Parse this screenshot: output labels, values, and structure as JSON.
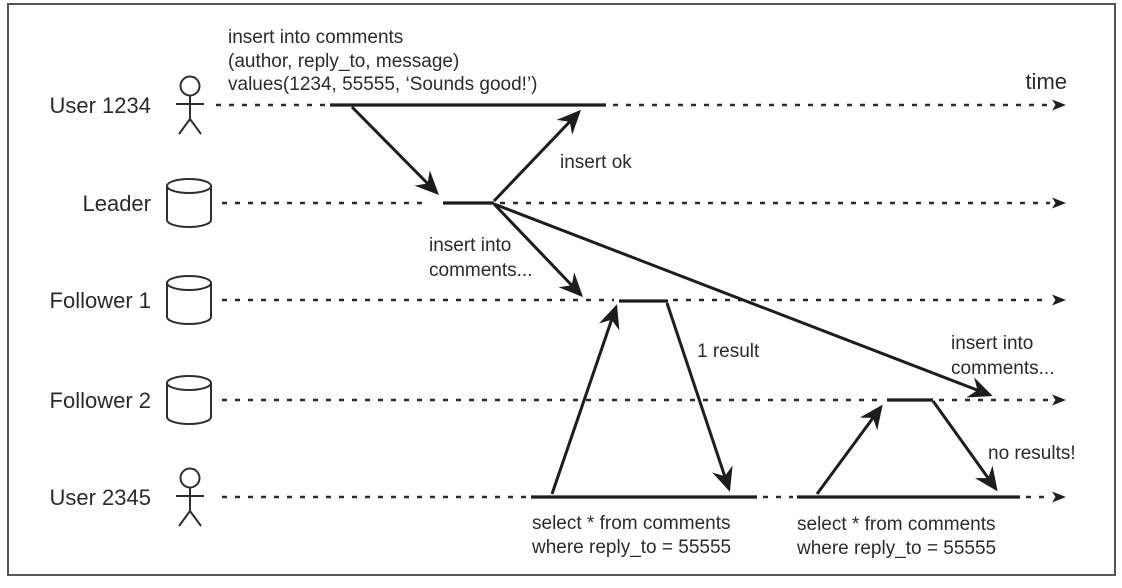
{
  "colors": {
    "ink": "#222222",
    "text": "#2b2b2b",
    "border": "#55565a",
    "background": "#ffffff"
  },
  "header": {
    "time_label": "time"
  },
  "lanes": [
    {
      "label": "User 1234",
      "icon": "person-icon"
    },
    {
      "label": "Leader",
      "icon": "database-icon"
    },
    {
      "label": "Follower 1",
      "icon": "database-icon"
    },
    {
      "label": "Follower 2",
      "icon": "database-icon"
    },
    {
      "label": "User 2345",
      "icon": "person-icon"
    }
  ],
  "messages": {
    "insert_query": {
      "line1": "insert into comments",
      "line2": "(author, reply_to, message)",
      "line3": "values(1234, 55555, ‘Sounds good!’)"
    },
    "insert_ok": "insert ok",
    "replicate_to_follower1": {
      "line1": "insert into",
      "line2": "comments..."
    },
    "replicate_to_follower2": {
      "line1": "insert into",
      "line2": "comments..."
    },
    "select_follower1": {
      "query_line1": "select * from comments",
      "query_line2": "where reply_to = 55555",
      "result": "1 result"
    },
    "select_follower2": {
      "query_line1": "select * from comments",
      "query_line2": "where reply_to = 55555",
      "result": "no results!"
    }
  }
}
